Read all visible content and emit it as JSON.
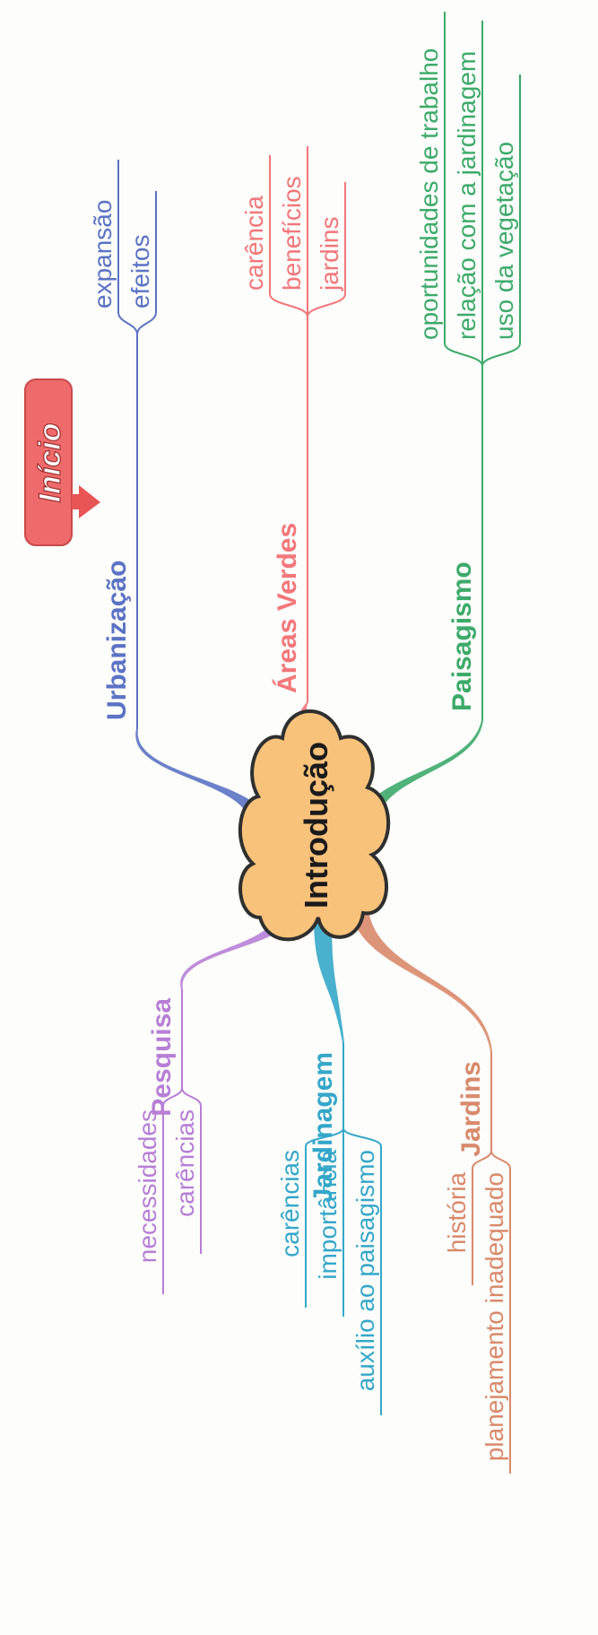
{
  "start_button": {
    "label": "Início"
  },
  "center": {
    "label": "Introdução"
  },
  "branches": [
    {
      "key": "urbanizacao",
      "label": "Urbanização",
      "color": "#5b73c4",
      "leaves": [
        "expansão",
        "efeitos"
      ]
    },
    {
      "key": "areas-verdes",
      "label": "Áreas Verdes",
      "color": "#f2777a",
      "leaves": [
        "carência",
        "benefícios",
        "jardins"
      ]
    },
    {
      "key": "paisagismo",
      "label": "Paisagismo",
      "color": "#3daa6a",
      "leaves": [
        "oportunidades de trabalho",
        "relação com a jardinagem",
        "uso da vegetação"
      ]
    },
    {
      "key": "pesquisa",
      "label": "Pesquisa",
      "color": "#b77fd6",
      "leaves": [
        "necessidades",
        "carências"
      ]
    },
    {
      "key": "jardinagem",
      "label": "Jardinagem",
      "color": "#35a7c9",
      "leaves": [
        "carências",
        "importância",
        "auxílio ao paisagismo"
      ]
    },
    {
      "key": "jardins",
      "label": "Jardins",
      "color": "#d9896b",
      "leaves": [
        "história",
        "planejamento inadequado"
      ]
    }
  ]
}
